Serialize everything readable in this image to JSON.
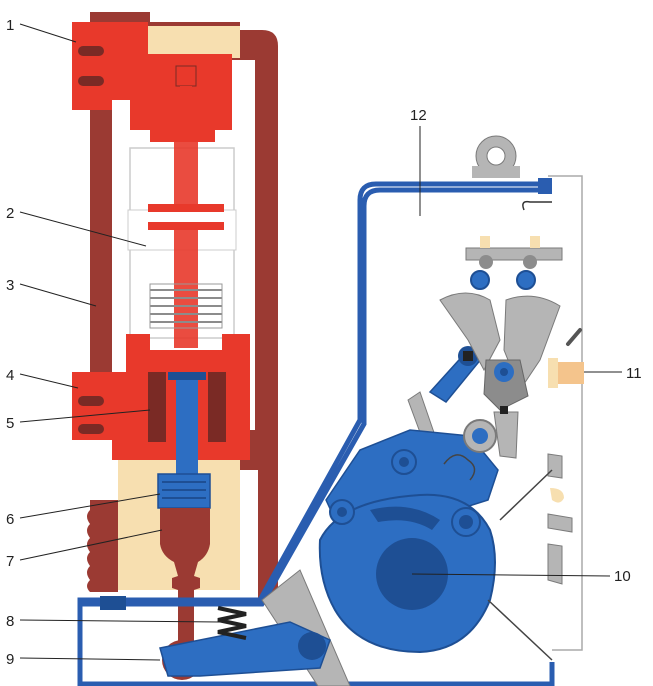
{
  "colors": {
    "insulation": "#9b3a33",
    "insulation_dark": "#7a2a25",
    "conductor": "#e8392b",
    "cream": "#f7dfb0",
    "white": "#ffffff",
    "mechanism": "#2d6ec2",
    "mechanism_dark": "#1e4f94",
    "grey": "#b5b5b5",
    "grey_dark": "#8c8c8c",
    "frame": "#2a5db0",
    "copper": "#f4c48c"
  },
  "callouts": [
    {
      "id": "1",
      "label": "1"
    },
    {
      "id": "2",
      "label": "2"
    },
    {
      "id": "3",
      "label": "3"
    },
    {
      "id": "4",
      "label": "4"
    },
    {
      "id": "5",
      "label": "5"
    },
    {
      "id": "6",
      "label": "6"
    },
    {
      "id": "7",
      "label": "7"
    },
    {
      "id": "8",
      "label": "8"
    },
    {
      "id": "9",
      "label": "9"
    },
    {
      "id": "10",
      "label": "10"
    },
    {
      "id": "11",
      "label": "11"
    },
    {
      "id": "12",
      "label": "12"
    }
  ]
}
